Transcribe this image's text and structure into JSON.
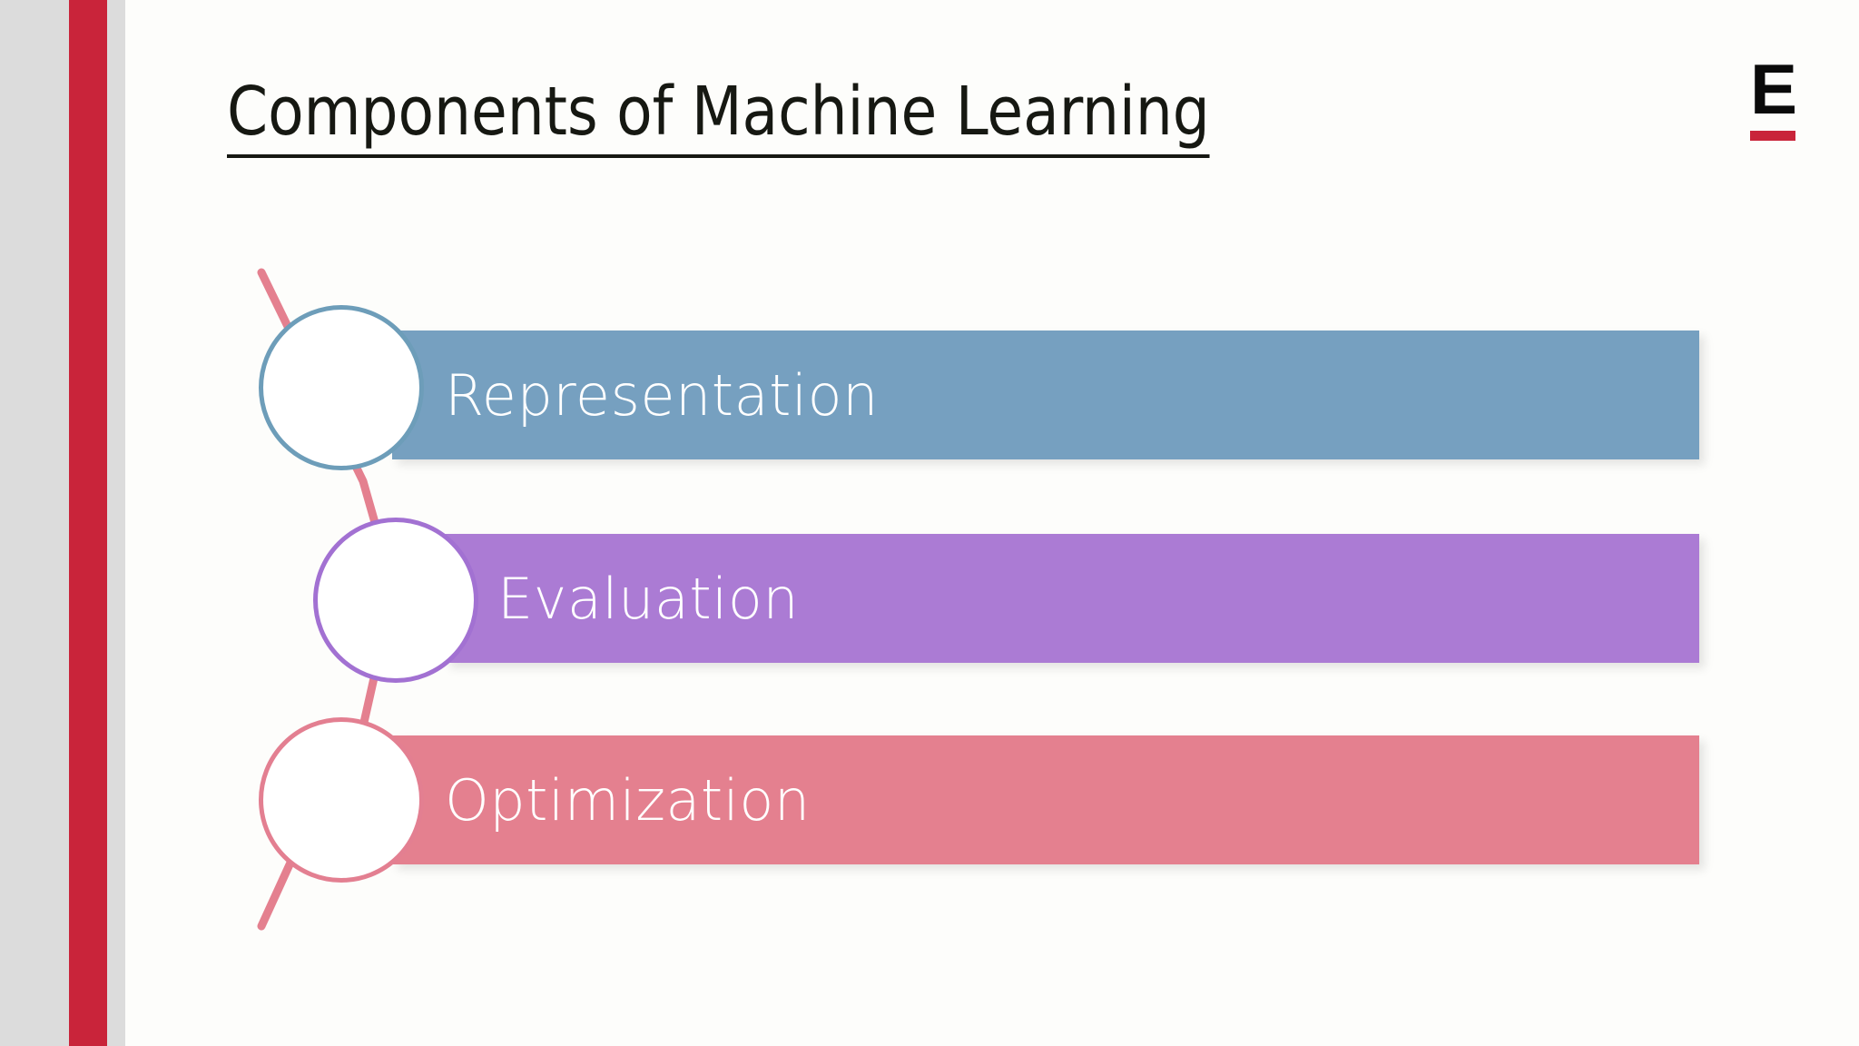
{
  "slide": {
    "title": "Components of Machine Learning",
    "background_color": "#fdfdfb"
  },
  "branding": {
    "logo_letter": "E",
    "logo_name": "e-logo",
    "accent_color": "#c9243a"
  },
  "decor": {
    "left_band_gray": "#dcdcdc",
    "left_band_red": "#c9243a",
    "connector_color": "#e4808f"
  },
  "diagram": {
    "type": "process-list",
    "connector_name": "zigzag-connector-line",
    "items": [
      {
        "label": "Representation",
        "bar_color": "#76a0c0",
        "circle_border_color": "#6d9db9",
        "circle_fill": "#ffffff"
      },
      {
        "label": "Evaluation",
        "bar_color": "#ab7bd4",
        "circle_border_color": "#a271d2",
        "circle_fill": "#ffffff"
      },
      {
        "label": "Optimization",
        "bar_color": "#e4808f",
        "circle_border_color": "#e37f91",
        "circle_fill": "#ffffff"
      }
    ]
  }
}
